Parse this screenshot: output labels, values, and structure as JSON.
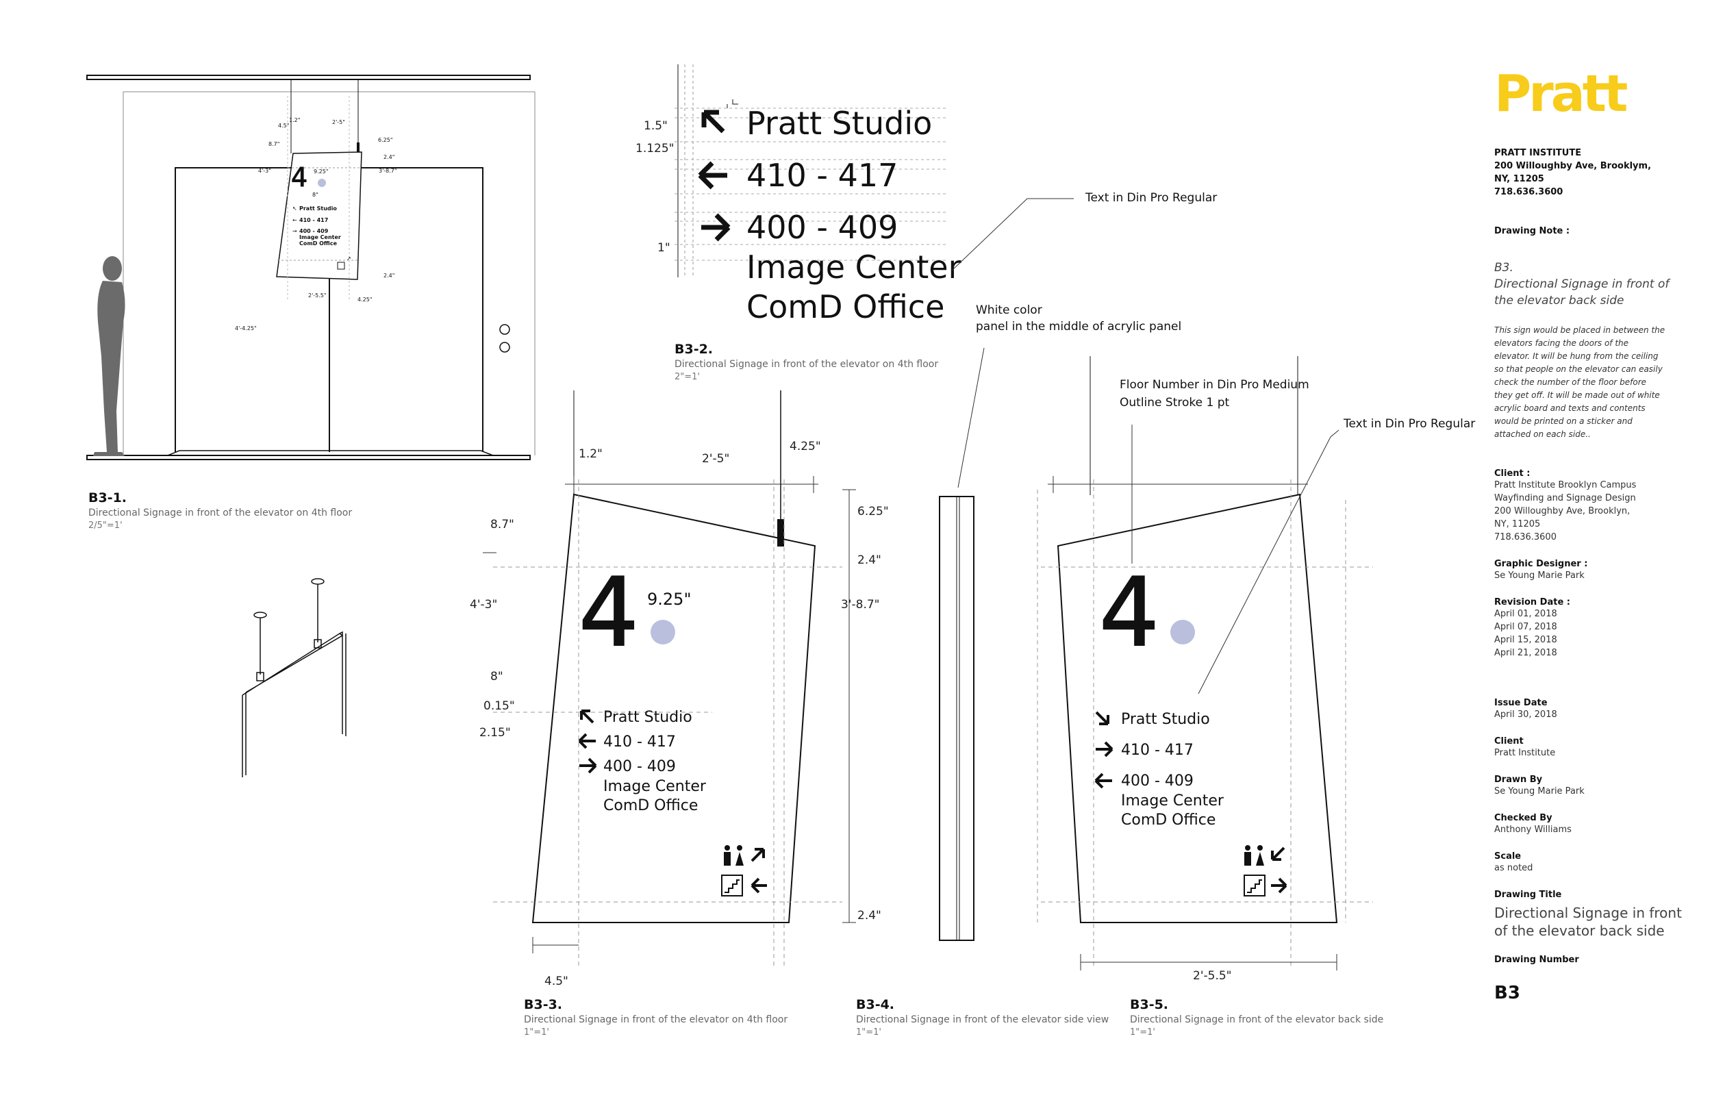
{
  "title_block": {
    "logo": "Pratt",
    "address_lines": [
      "PRATT INSTITUTE",
      "200 Willoughby Ave, Brooklym,",
      "NY, 11205",
      "718.636.3600"
    ],
    "drawing_note_label": "Drawing Note :",
    "note_title_lines": [
      "B3.",
      "Directional Signage in front of",
      "the elevator back side"
    ],
    "note_body": "This sign would be placed in between the elevators facing the doors of the elevator. It will be hung from the ceiling so that people on the elevator can easily check the number of the floor before they get off. It will be made out of white acrylic board and texts and contents would be printed on a sticker and attached on each side..",
    "client_label": "Client :",
    "client_lines": [
      "Pratt Institute Brooklyn Campus",
      "Wayfinding and Signage Design",
      "200 Willoughby Ave, Brooklyn,",
      "NY, 11205",
      "718.636.3600"
    ],
    "designer_label": "Graphic Designer :",
    "designer": "Se Young Marie Park",
    "revision_label": "Revision Date :",
    "revision_dates": [
      "April 01, 2018",
      "April 07, 2018",
      "April 15, 2018",
      "April 21, 2018"
    ],
    "issue_label": "Issue Date",
    "issue_date": "April 30, 2018",
    "client2_label": "Client",
    "client2": "Pratt Institute",
    "drawn_label": "Drawn By",
    "drawn_by": "Se Young Marie Park",
    "checked_label": "Checked By",
    "checked_by": "Anthony Williams",
    "scale_label": "Scale",
    "scale": "as noted",
    "drawing_title_label": "Drawing Title",
    "drawing_title_lines": [
      "Directional Signage in front",
      "of the elevator back side"
    ],
    "drawing_number_label": "Drawing Number",
    "drawing_number": "B3"
  },
  "views": {
    "b3_1": {
      "id": "B3-1.",
      "desc": "Directional Signage in front of the elevator on 4th floor",
      "scale": "2/5\"=1'",
      "dims": [
        "1.2\"",
        "2'-5\"",
        "4.5\"",
        "8.7\"",
        "6.25\"",
        "2.4\"",
        "4'-3\"",
        "3'-8.7\"",
        "9.25\"",
        "8\"",
        "2.4\"",
        "2'-5.5\"",
        "4.25\"",
        "4'-4.25\""
      ],
      "mini_sign": {
        "floor": "4",
        "lines": [
          "Pratt Studio",
          "410 - 417",
          "400 - 409",
          "Image Center",
          "ComD Office"
        ]
      }
    },
    "b3_2": {
      "id": "B3-2.",
      "desc": "Directional Signage in front of the elevator on 4th floor",
      "scale": "2\"=1'",
      "dims": [
        "1.5\"",
        "1.125\"",
        "1\""
      ],
      "rows": [
        "Pratt Studio",
        "410 - 417",
        "400 - 409",
        "Image Center",
        "ComD Office"
      ],
      "callout": "Text in Din Pro Regular"
    },
    "b3_3": {
      "id": "B3-3.",
      "desc": "Directional Signage in front of the elevator on 4th floor",
      "scale": "1\"=1'",
      "floor": "4",
      "floor_dim": "9.25\"",
      "rows": [
        "Pratt Studio",
        "410 - 417",
        "400 - 409",
        "Image Center",
        "ComD Office"
      ],
      "dims": {
        "d1_2": "1.2\"",
        "d2_5": "2'-5\"",
        "d4_25": "4.25\"",
        "d8_7": "8.7\"",
        "d6_25": "6.25\"",
        "d2_4a": "2.4\"",
        "d4_3": "4'-3\"",
        "d3_8_7": "3'-8.7\"",
        "d8": "8\"",
        "d0_15": "0.15\"",
        "d2_15": "2.15\"",
        "d2_4b": "2.4\"",
        "d4_5": "4.5\""
      }
    },
    "b3_4": {
      "id": "B3-4.",
      "desc": "Directional Signage in front of the elevator side view",
      "scale": "1\"=1'",
      "callout_lines": [
        "White color",
        "panel in the middle of acrylic panel"
      ]
    },
    "b3_5": {
      "id": "B3-5.",
      "desc": "Directional Signage in front of the elevator back side",
      "scale": "1\"=1'",
      "floor": "4",
      "rows": [
        "Pratt Studio",
        "410 - 417",
        "400 - 409",
        "Image Center",
        "ComD Office"
      ],
      "callout_floor_lines": [
        "Floor Number in Din Pro Medium",
        "Outline Stroke 1 pt"
      ],
      "callout_text": "Text in Din Pro Regular",
      "dim_width": "2'-5.5\""
    }
  },
  "colors": {
    "accent_yellow": "#f7cc1b",
    "dot_lavender": "#b9bfdc",
    "silhouette": "#6b6b6b"
  },
  "icons": [
    "arrow-up-left-icon",
    "arrow-left-icon",
    "arrow-right-icon",
    "arrow-down-right-icon",
    "arrow-up-right-icon",
    "restroom-icon",
    "stairs-icon"
  ]
}
